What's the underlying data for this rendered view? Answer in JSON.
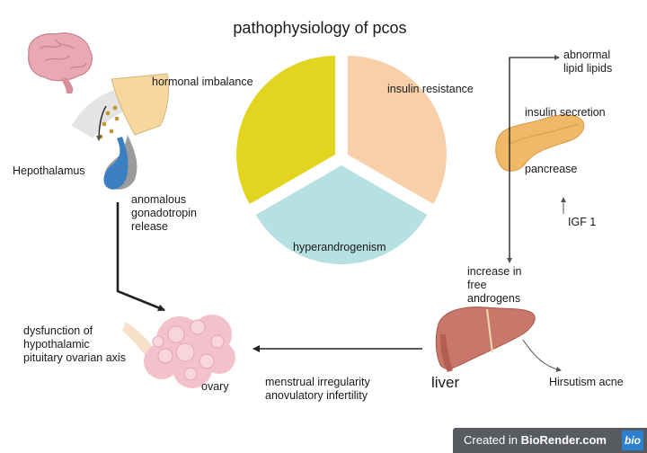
{
  "title": "pathophysiology of pcos",
  "labels": {
    "hormonal_imbalance": "hormonal imbalance",
    "insulin_resistance": "insulin resistance",
    "hyperandrogenism": "hyperandrogenism",
    "hypothalamus": "Hepothalamus",
    "anomalous": "anomalous\ngonadotropin\nrelease",
    "abnormal_lipids": "abnormal\nlipid lipids",
    "insulin_secretion": "insulin secretion",
    "pancrease": "pancrease",
    "igf": "IGF 1",
    "free_androgens": "increase in\nfree\nandrogens",
    "liver": "liver",
    "hirsutism": "Hirsutism acne",
    "menstrual": "menstrual irregularity\nanovulatory infertility",
    "ovary": "ovary",
    "dysfunction": "dysfunction of\nhypothalamic\npituitary ovarian axis"
  },
  "pie": [
    {
      "name": "hormonal imbalance",
      "share": 1,
      "color": "#e2d41f"
    },
    {
      "name": "insulin resistance",
      "share": 1,
      "color": "#f7cfa8"
    },
    {
      "name": "hyperandrogenism",
      "share": 1,
      "color": "#b6e0e1"
    }
  ],
  "badge": {
    "prefix": "Created in ",
    "brand": "BioRender.com",
    "logo": "bio"
  }
}
